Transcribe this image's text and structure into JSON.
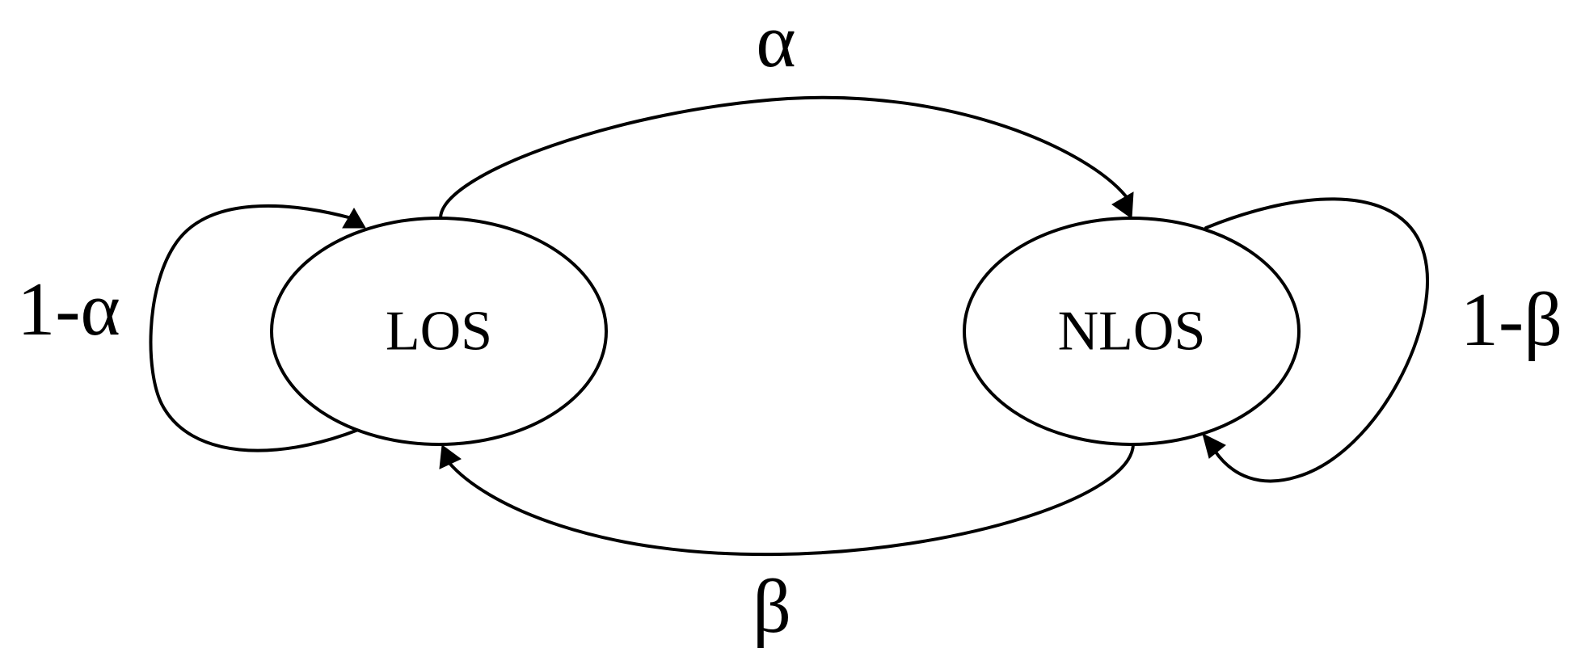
{
  "diagram": {
    "type": "state-transition",
    "nodes": [
      {
        "id": "los",
        "label": "LOS"
      },
      {
        "id": "nlos",
        "label": "NLOS"
      }
    ],
    "edges": [
      {
        "from": "los",
        "to": "nlos",
        "label": "α"
      },
      {
        "from": "nlos",
        "to": "los",
        "label": "β"
      },
      {
        "from": "los",
        "to": "los",
        "label": "1-α"
      },
      {
        "from": "nlos",
        "to": "nlos",
        "label": "1-β"
      }
    ],
    "colors": {
      "stroke": "#000000",
      "background": "#ffffff"
    }
  }
}
